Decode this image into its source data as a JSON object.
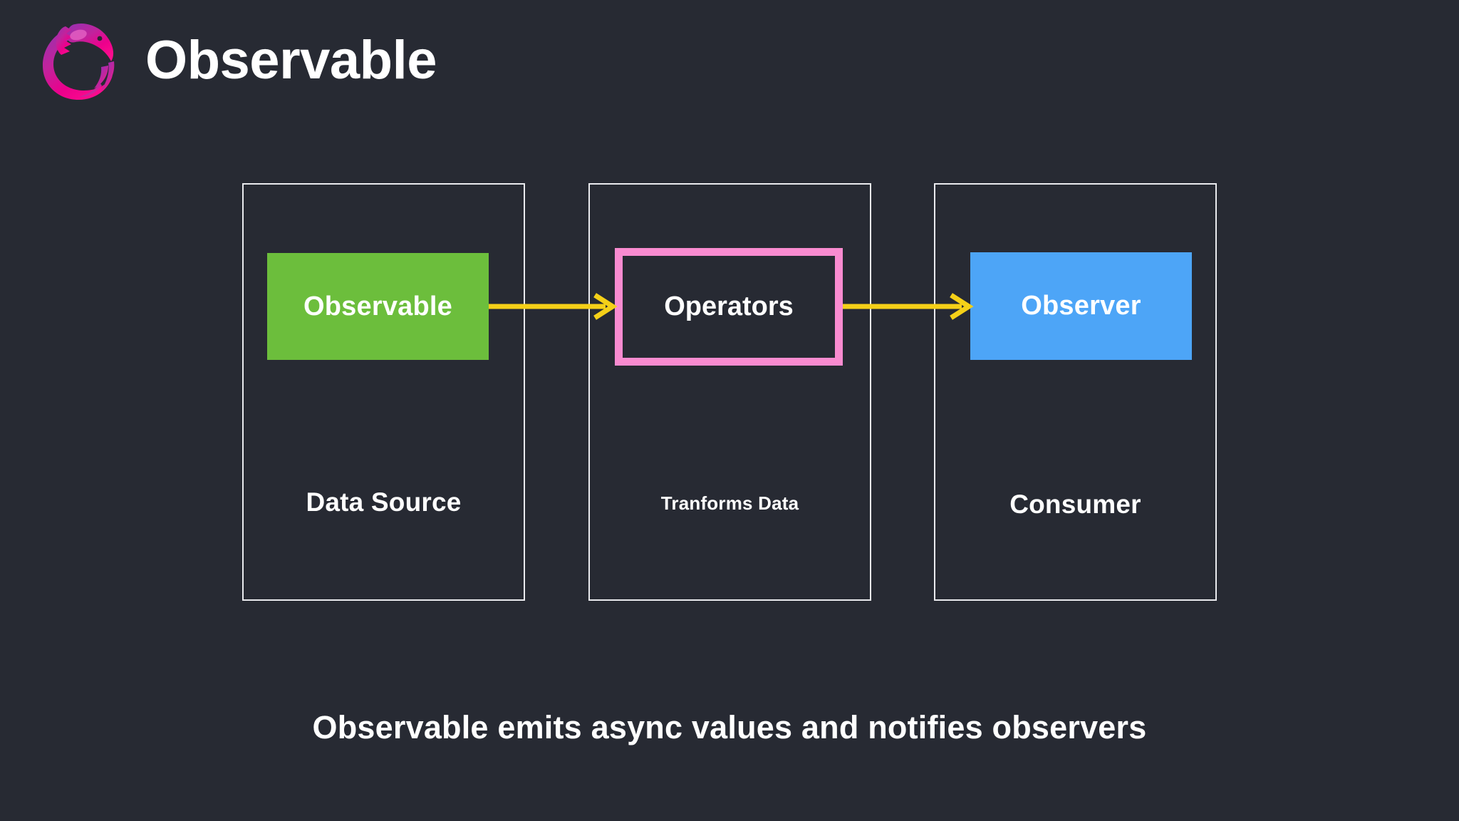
{
  "header": {
    "logo_name": "rxjs-dragon-logo",
    "title": "Observable"
  },
  "diagram": {
    "type": "flow",
    "panels": [
      {
        "id": "source",
        "caption": "Data Source",
        "caption_size": "big",
        "node_label": "Observable",
        "node_style": "filled-green"
      },
      {
        "id": "operators",
        "caption": "Tranforms Data",
        "caption_size": "small",
        "node_label": "Operators",
        "node_style": "outlined-pink"
      },
      {
        "id": "consumer",
        "caption": "Consumer",
        "caption_size": "big",
        "node_label": "Observer",
        "node_style": "filled-blue"
      }
    ],
    "arrows": [
      {
        "id": "arrow-observable-to-operators",
        "from": "Observable",
        "to": "Operators"
      },
      {
        "id": "arrow-operators-to-observer",
        "from": "Operators",
        "to": "Observer"
      }
    ]
  },
  "footer": {
    "caption": "Observable emits async values and notifies observers"
  },
  "colors": {
    "background": "#272a33",
    "panel_border": "#e9eaee",
    "observable_green": "#6cbe3c",
    "operators_pink": "#f98bd0",
    "observer_blue": "#4da5f7",
    "arrow_yellow": "#f5d018",
    "text_white": "#ffffff",
    "logo_magenta": "#ec008c",
    "logo_purple": "#8a3ab9"
  }
}
